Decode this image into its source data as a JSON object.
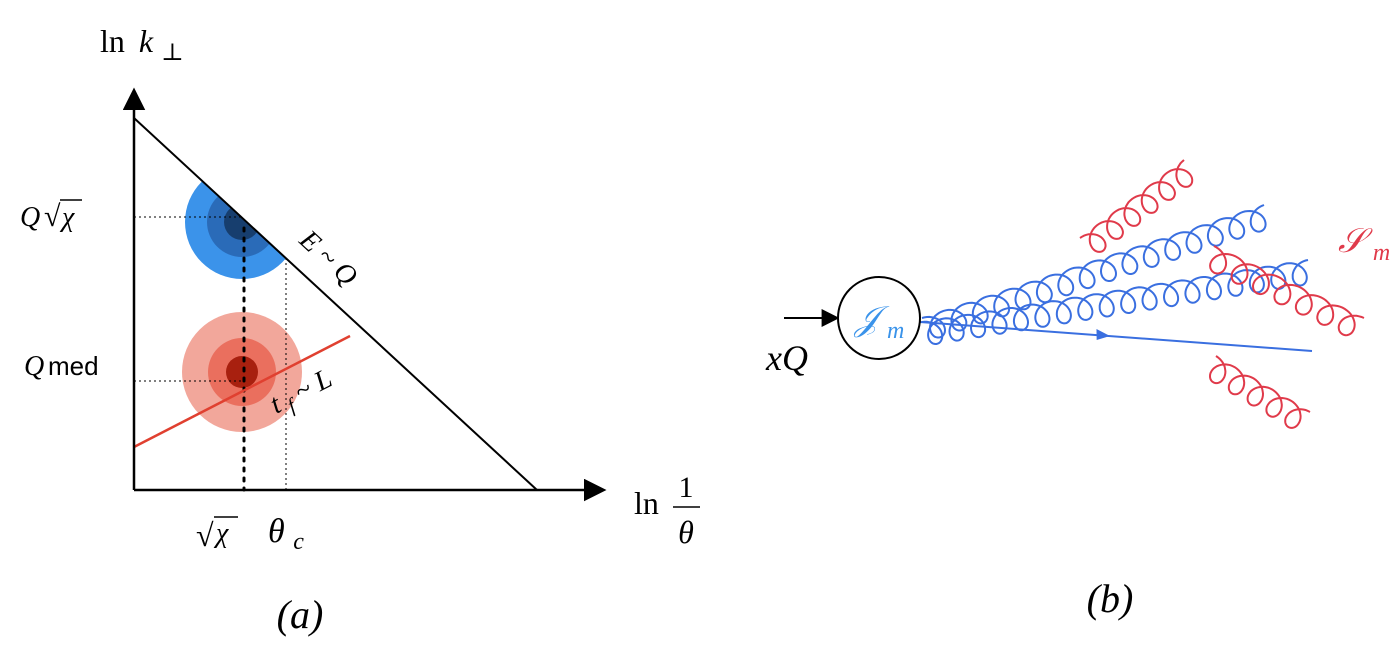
{
  "panel_a": {
    "caption": "(a)",
    "y_axis_label": {
      "prefix": "ln",
      "var": "k",
      "sub": "⊥"
    },
    "x_axis_label": {
      "prefix": "ln",
      "numerator": "1",
      "denominator": "θ"
    },
    "y_tick_top": {
      "q": "Q",
      "root": "√",
      "chi": "χ"
    },
    "y_tick_bottom": {
      "q": "Q",
      "sub": "med"
    },
    "x_tick_left": {
      "root": "√",
      "chi": "χ"
    },
    "x_tick_right": {
      "theta": "θ",
      "sub": "c"
    },
    "line_label_energy": "E ~ Q",
    "line_label_time": {
      "t": "t",
      "sub": "f",
      "rest": " ~ L"
    },
    "colors": {
      "blue": "#2f8fe6",
      "red": "#e04030",
      "axis": "#000000"
    }
  },
  "panel_b": {
    "caption": "(b)",
    "incoming_label": "xQ",
    "vertex_label": {
      "sym": "𝒥",
      "sub": "m"
    },
    "soft_label": {
      "sym": "𝒮",
      "sub": "m"
    },
    "colors": {
      "collinear": "#3a6fe0",
      "soft": "#e03a4a"
    }
  }
}
